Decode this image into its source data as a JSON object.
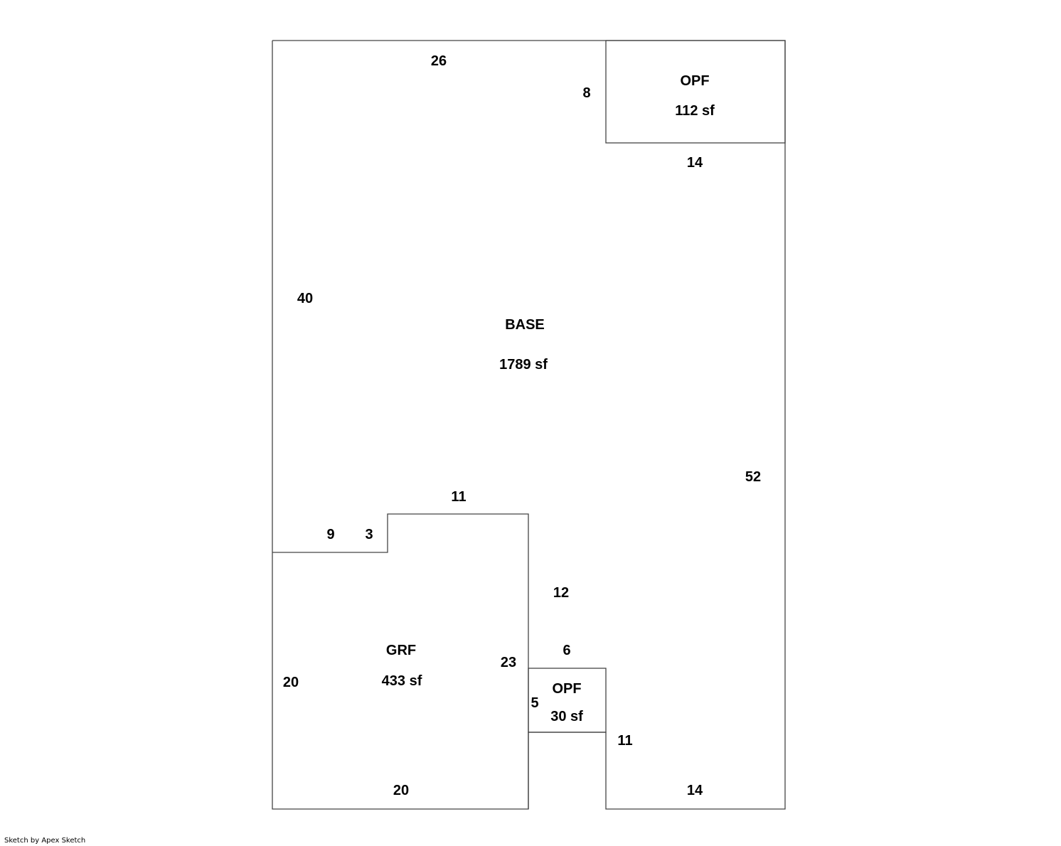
{
  "areas": {
    "base": {
      "label": "BASE",
      "size": "1789 sf"
    },
    "opf_top": {
      "label": "OPF",
      "size": "112 sf"
    },
    "grf": {
      "label": "GRF",
      "size": "433 sf"
    },
    "opf_small": {
      "label": "OPF",
      "size": "30 sf"
    }
  },
  "dimensions": {
    "top": "26",
    "opf_left": "8",
    "opf_bottom": "14",
    "left": "40",
    "right": "52",
    "grf_top": "11",
    "step_h": "9",
    "step_v": "3",
    "inner_v": "12",
    "opf_small_top": "6",
    "grf_right": "23",
    "opf_small_left": "5",
    "lower_right_v": "11",
    "bottom_right": "14",
    "grf_left": "20",
    "grf_bottom": "20"
  },
  "footer": {
    "credit": "Sketch by Apex Sketch"
  }
}
